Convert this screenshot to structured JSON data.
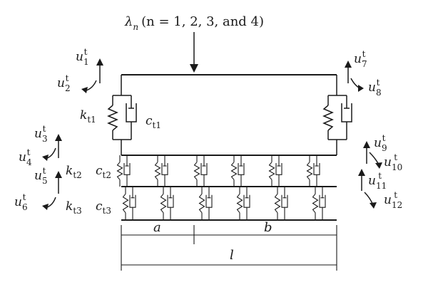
{
  "load": {
    "symbol": "λ",
    "subscript": "n",
    "condition": "(n = 1, 2, 3, and 4)"
  },
  "dof_superscript": "t",
  "dofs": [
    {
      "label": "u",
      "sub": "1"
    },
    {
      "label": "u",
      "sub": "2"
    },
    {
      "label": "u",
      "sub": "3"
    },
    {
      "label": "u",
      "sub": "4"
    },
    {
      "label": "u",
      "sub": "5"
    },
    {
      "label": "u",
      "sub": "6"
    },
    {
      "label": "u",
      "sub": "7"
    },
    {
      "label": "u",
      "sub": "8"
    },
    {
      "label": "u",
      "sub": "9"
    },
    {
      "label": "u",
      "sub": "10"
    },
    {
      "label": "u",
      "sub": "11"
    },
    {
      "label": "u",
      "sub": "12"
    }
  ],
  "params": {
    "kt1": {
      "base": "k",
      "sub": "t1"
    },
    "ct1": {
      "base": "c",
      "sub": "t1"
    },
    "kt2": {
      "base": "k",
      "sub": "t2"
    },
    "ct2": {
      "base": "c",
      "sub": "t2"
    },
    "kt3": {
      "base": "k",
      "sub": "t3"
    },
    "ct3": {
      "base": "c",
      "sub": "t3"
    }
  },
  "dims": {
    "a": "a",
    "b": "b",
    "l": "l"
  },
  "colors": {
    "ink": "#1a1a1a",
    "background": "#ffffff"
  }
}
